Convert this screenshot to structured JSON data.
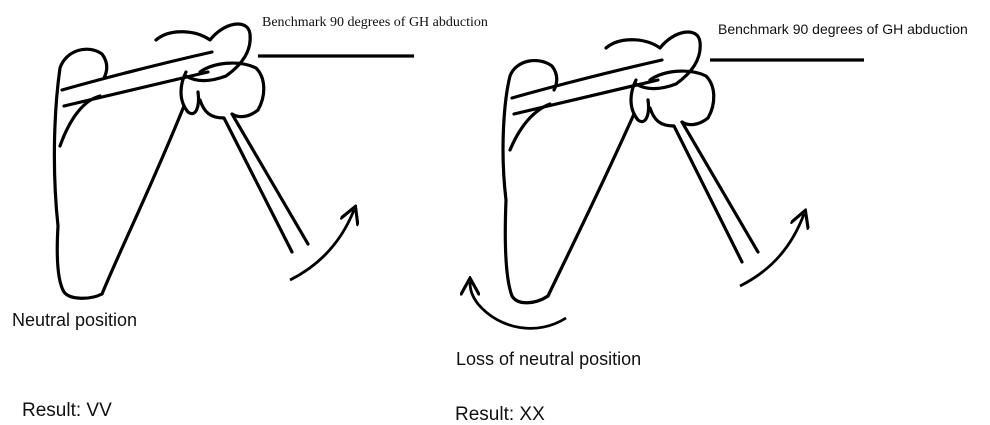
{
  "panels": [
    {
      "benchmark_label": "Benchmark 90 degrees of GH abduction",
      "position_label": "Neutral position",
      "result_label": "Result: VV"
    },
    {
      "benchmark_label": "Benchmark 90 degrees of GH abduction",
      "position_label": "Loss of neutral position",
      "result_label": "Result: XX"
    }
  ],
  "colors": {
    "stroke": "#000000",
    "background": "#ffffff"
  }
}
